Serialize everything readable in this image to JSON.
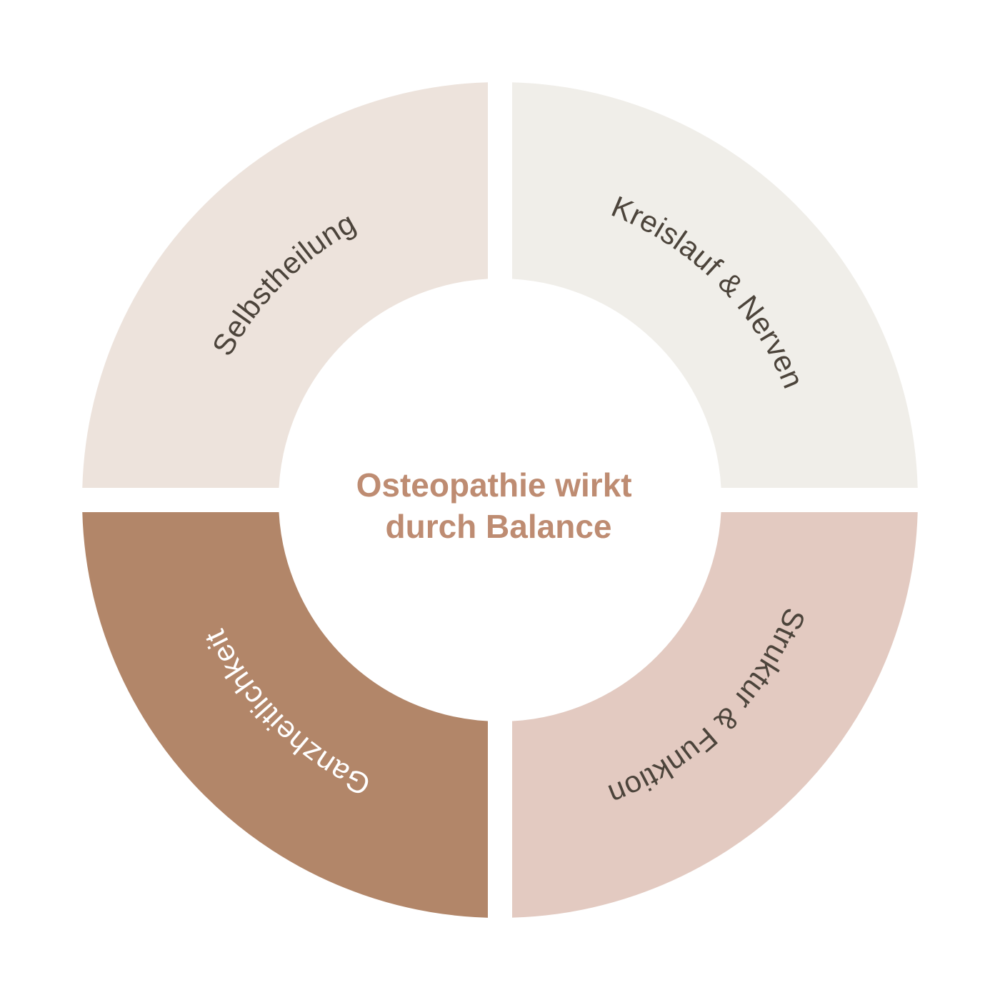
{
  "diagram": {
    "background": "#FFFFFF",
    "center_title": {
      "line1": "Osteopathie wirkt",
      "line2": "durch Balance",
      "color": "#BE8C72"
    },
    "segments": [
      {
        "label": "Selbstheilung",
        "position": "top-left",
        "fill": "#EDE3DC",
        "label_color": "#4C443B"
      },
      {
        "label": "Kreislauf & Nerven",
        "position": "top-right",
        "fill": "#F0EEE9",
        "label_color": "#4C443B"
      },
      {
        "label": "Struktur & Funktion",
        "position": "bottom-right",
        "fill": "#E3CAC1",
        "label_color": "#4C443B"
      },
      {
        "label": "Ganzheitlichkeit",
        "position": "bottom-left",
        "fill": "#B28669",
        "label_color": "#FFFFFF"
      }
    ]
  }
}
